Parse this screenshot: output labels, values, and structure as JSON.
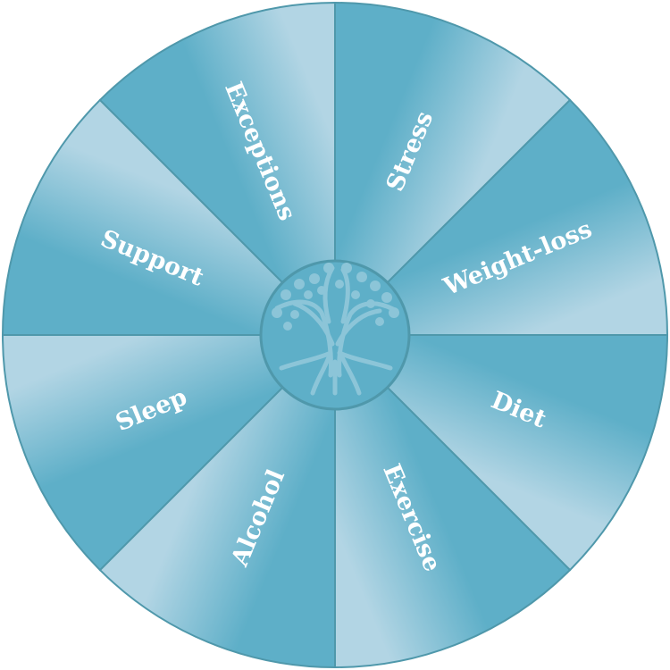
{
  "title": "Wellness wheel",
  "segments": [
    {
      "label": "Stress"
    },
    {
      "label": "Weight-loss"
    },
    {
      "label": "Diet"
    },
    {
      "label": "Exercise"
    },
    {
      "label": "Alcohol"
    },
    {
      "label": "Sleep"
    },
    {
      "label": "Support"
    },
    {
      "label": "Exceptions"
    }
  ],
  "center_icon": "tree-icon",
  "colors": {
    "dark": "#5eafc8",
    "light": "#b2d5e4",
    "border": "#4f98ab",
    "tree": "#8cc5d8"
  }
}
